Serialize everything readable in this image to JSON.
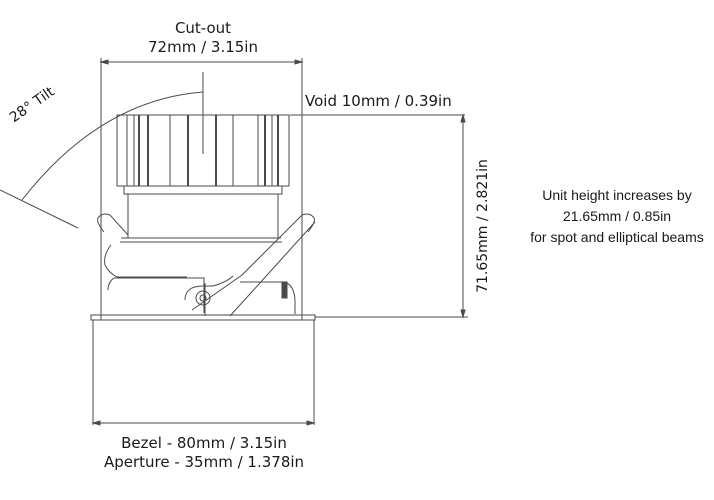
{
  "diagram": {
    "type": "technical-dimension-drawing",
    "subject": "recessed tilting downlight (side elevation)",
    "line_color": "#4a4a4a",
    "text_color": "#1a1a1a",
    "labels": {
      "cutout_title": "Cut-out",
      "cutout_value": "72mm / 3.15in",
      "void": "Void 10mm / 0.39in",
      "tilt": "28° Tilt",
      "unit_height": "71.65mm / 2.821in",
      "bezel": "Bezel - 80mm / 3.15in",
      "aperture": "Aperture - 35mm / 1.378in"
    },
    "note": {
      "line1": "Unit height increases by",
      "line2": "21.65mm / 0.85in",
      "line3": "for spot and elliptical beams"
    }
  }
}
